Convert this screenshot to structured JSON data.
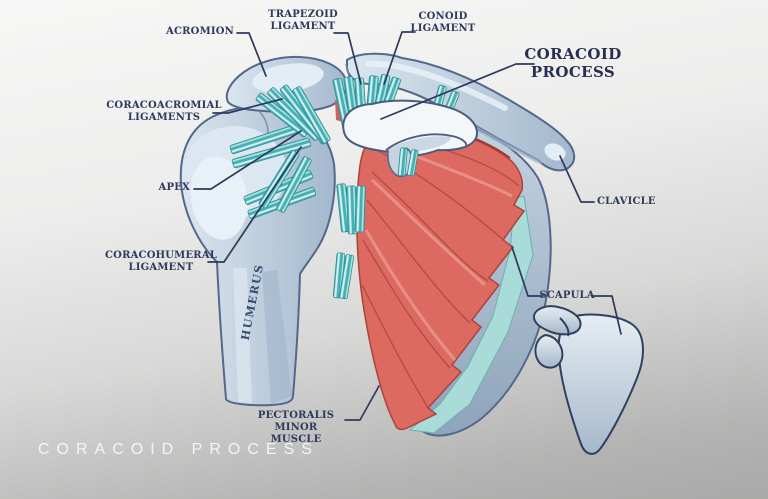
{
  "diagram": {
    "title": "CORACOID\nPROCESS",
    "labels": {
      "acromion": "ACROMION",
      "trapezoid_ligament": "TRAPEZOID\nLIGAMENT",
      "conoid_ligament": "CONOID\nLIGAMENT",
      "coracoacromial_ligaments": "CORACOACROMIAL\nLIGAMENTS",
      "apex": "APEX",
      "clavicle": "CLAVICLE",
      "coracohumeral_ligament": "CORACOHUMERAL\nLIGAMENT",
      "humerus": "HUMERUS",
      "scapula": "SCAPULA",
      "pectoralis_minor_muscle": "PECTORALIS MINOR\nMUSCLE"
    },
    "footer_caption": "CORACOID PROCESS",
    "colors": {
      "label_ink": "#2e3a5d",
      "bone_fill": "#c6d4e2",
      "bone_outline": "#54688c",
      "ligament_teal": "#45b0b4",
      "ligament_stripe": "#d9f2f2",
      "muscle_red": "#dc6a60",
      "coracoid_white": "#f3f7fa",
      "caption_white": "#f8f8f8"
    }
  }
}
